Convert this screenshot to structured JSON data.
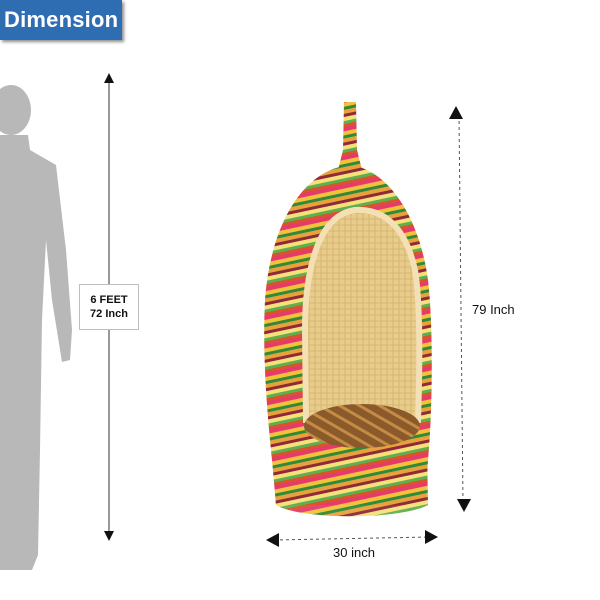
{
  "header": {
    "title": "Dimension"
  },
  "human_reference": {
    "line1": "6 FEET",
    "line2": "72 Inch"
  },
  "product": {
    "height_label": "79 Inch",
    "width_label": "30 inch"
  },
  "colors": {
    "badge": "#2f6db3",
    "silhouette": "#b8b8b8",
    "wicker_inner": "#e8cc8c"
  }
}
